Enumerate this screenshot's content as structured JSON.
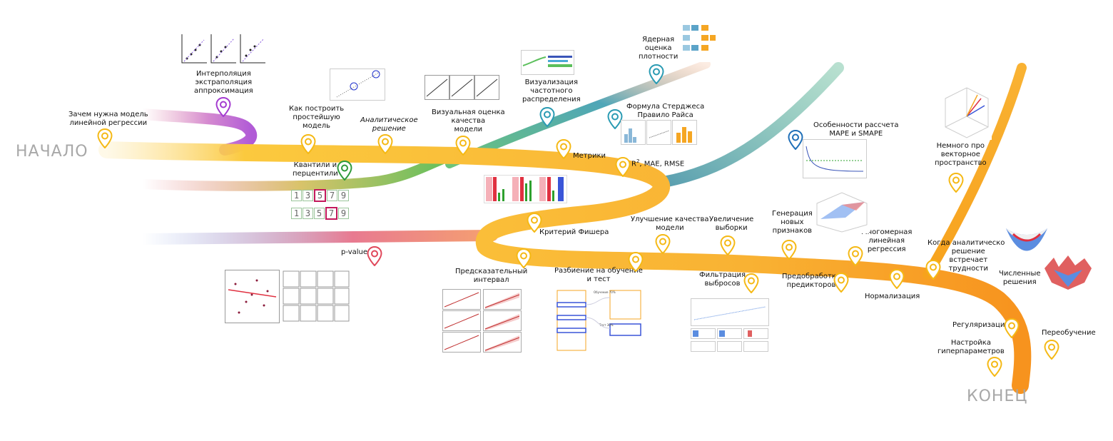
{
  "start_label": "НАЧАЛО",
  "end_label": "КОНЕЦ",
  "topics": {
    "why_linear": "Зачем нужна модель\nлинейной регрессии",
    "interp": "Интерполяция\nэкстраполяция\nаппроксимация",
    "simplest": "Как построить\nпростейшую\nмодель",
    "analytic": "Аналитическое\nрешение",
    "visual_quality": "Визуальная оценка\nкачества\nмодели",
    "freq_dist": "Визуализация\nчастотного\nраспределения",
    "kde": "Ядерная\nоценка\nплотности",
    "sturges": "Формула Стерджеса\nПравило Райса",
    "metrics": "Метрики",
    "r2_pre": "R",
    "r2_sup": "2",
    "r2_post": ", MAE, RMSE",
    "quantiles": "Квантили и\nперцентили",
    "mape": "Особенности рассчета\nMAPE и SMAPE",
    "vector_space": "Немного про\nвекторное\nпространство",
    "fisher": "Критерий Фишера",
    "pvalue": "p-value",
    "pred_interval": "Предсказательный\nинтервал",
    "split": "Разбиение на обучение\nи тест",
    "improve": "Улучшение качества\nмодели",
    "increase": "Увеличение\nвыборки",
    "gen_features": "Генерация\nновых\nпризнаков",
    "multi_reg": "Многомерная\nлинейная\nрегрессия",
    "outliers": "Фильтрация\nвыбросов",
    "preprocess": "Предобработка\nпредикторов",
    "normalization": "Нормализация",
    "analytic_trouble": "Когда аналитическое\nрешение\nвстречает\nтрудности",
    "numeric": "Численные\nрешения",
    "regularization": "Регуляризация",
    "hyperparams": "Настройка\nгиперпараметров",
    "overfit": "Переобучение"
  },
  "quantile_rows": [
    [
      "1",
      "3",
      "5",
      "7",
      "9"
    ],
    [
      "1",
      "3",
      "5",
      "7",
      "9"
    ]
  ],
  "split_text": {
    "train": "Обучение 70%",
    "test": "Тест 30%"
  },
  "colors": {
    "main_road": "#f9b233",
    "end_road": "#f7941d",
    "purple": "#b15bd6",
    "green": "#5bbf5b",
    "teal": "#4fa6b8",
    "red": "#e35d6a",
    "pin_yellow": "#f5b915",
    "pin_purple": "#a43bd0",
    "pin_green": "#2e9a3a",
    "pin_teal": "#2a9bb3",
    "pin_blue": "#1f6fb8",
    "pin_red": "#e0475a"
  }
}
